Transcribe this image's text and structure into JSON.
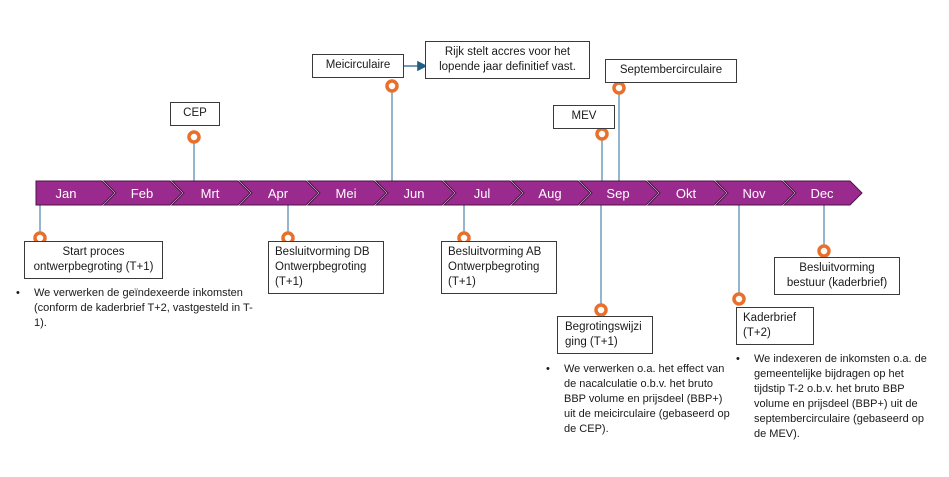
{
  "colors": {
    "chevron_fill": "#9b2a8f",
    "chevron_stroke": "#4a1446",
    "connector": "#5b8fb0",
    "marker": "#e8702a",
    "arrow": "#1f5f86"
  },
  "months": [
    "Jan",
    "Feb",
    "Mrt",
    "Apr",
    "Mei",
    "Jun",
    "Jul",
    "Aug",
    "Sep",
    "Okt",
    "Nov",
    "Dec"
  ],
  "events_top": {
    "cep": "CEP",
    "meicirculaire": "Meicirculaire",
    "rijk_note": "Rijk stelt accres voor het lopende jaar definitief vast.",
    "mev": "MEV",
    "septembercirculaire": "Septembercirculaire"
  },
  "events_bottom": {
    "start": "Start proces ontwerpbegroting (T+1)",
    "start_note": "We verwerken de geïndexeerde inkomsten (conform de kaderbrief T+2, vastgesteld in T-1).",
    "db": "Besluitvorming DB Ontwerpbegroting (T+1)",
    "ab": "Besluitvorming AB Ontwerpbegroting (T+1)",
    "begrotingswijziging": "Begrotingswijzi ging (T+1)",
    "begrotingswijziging_note": "We verwerken o.a. het effect van de nacalculatie o.b.v. het bruto BBP volume en prijsdeel (BBP+) uit de meicirculaire (gebaseerd op de CEP).",
    "kaderbrief": "Kaderbrief (T+2)",
    "kaderbrief_note": "We indexeren de inkomsten o.a. de gemeentelijke bijdragen op het tijdstip T-2 o.b.v. het bruto BBP volume en prijsdeel (BBP+) uit de septembercirculaire (gebaseerd op de MEV).",
    "bestuur": "Besluitvorming bestuur (kaderbrief)"
  }
}
